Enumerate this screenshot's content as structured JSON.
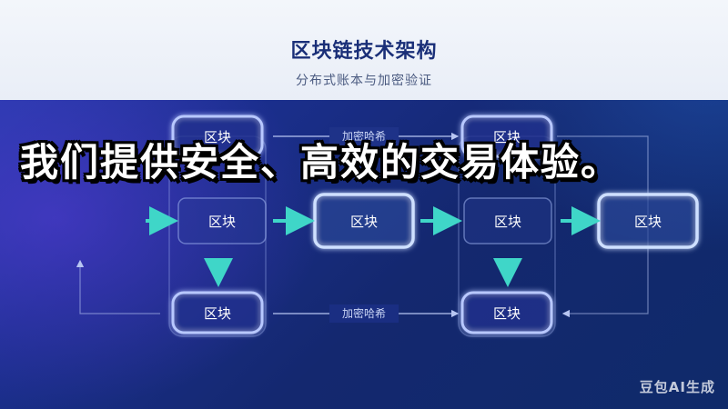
{
  "header": {
    "title": "区块链技术架构",
    "subtitle": "分布式账本与加密验证"
  },
  "diagram": {
    "node_label": "区块",
    "edge_label": "加密哈希"
  },
  "caption": {
    "text": "我们提供安全、高效的交易体验。"
  },
  "watermark": {
    "text": "豆包AI生成"
  },
  "colors": {
    "accent": "#3fd6c8",
    "node_border": "#9fb4f0",
    "background": "#1b2f8f"
  }
}
